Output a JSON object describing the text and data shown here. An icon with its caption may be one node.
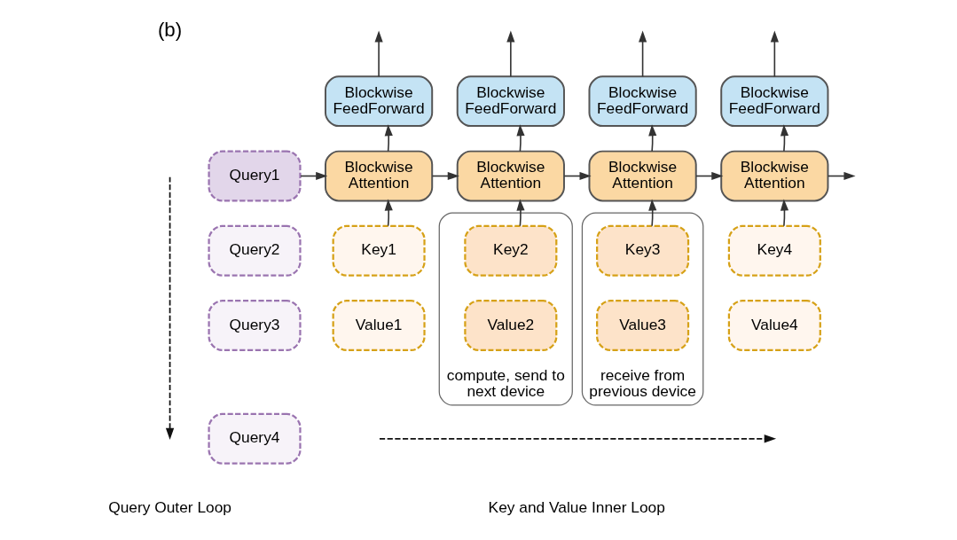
{
  "diagram": {
    "nodes": [
      {
        "text": [
          "Blockwise FeedForward"
        ]
      },
      {
        "text": [
          "Blockwise FeedForward"
        ]
      },
      {
        "text": [
          "Blockwise FeedForward"
        ]
      },
      {
        "text": [
          "Blockwise FeedForward"
        ]
      },
      {
        "text": [
          "Query1"
        ]
      },
      {
        "text": [
          "Blockwise Attention"
        ]
      },
      {
        "text": [
          "Blockwise Attention"
        ]
      },
      {
        "text": [
          "Blockwise Attention"
        ]
      },
      {
        "text": [
          "Blockwise Attention"
        ]
      },
      {
        "text": [
          "Query2"
        ]
      },
      {
        "text": [
          "Key1"
        ]
      },
      {
        "text": [
          "compute, send to next device"
        ]
      },
      {
        "text": [
          "Key2"
        ],
        "in": 11
      },
      {
        "text": [
          "receive from previous device"
        ]
      },
      {
        "text": [
          "Key3"
        ],
        "in": 13
      },
      {
        "text": [
          "Key4"
        ]
      },
      {
        "text": [
          "Query3"
        ]
      },
      {
        "text": [
          "Value1"
        ]
      },
      {
        "text": [
          "Value2"
        ],
        "in": 11
      },
      {
        "text": [
          "Value3"
        ],
        "in": 13
      },
      {
        "text": [
          "Value4"
        ]
      },
      {
        "text": [
          "Query4"
        ]
      }
    ],
    "edges": [
      {
        "from": 4,
        "to": 5,
        "arrow": "to"
      },
      {
        "from": 5,
        "to": 6,
        "arrow": "to"
      },
      {
        "from": 6,
        "to": 7,
        "arrow": "to"
      },
      {
        "from": 7,
        "to": 8,
        "arrow": "to"
      },
      {
        "from": 8,
        "to": null,
        "arrow": "to"
      },
      {
        "from": 10,
        "to": 5,
        "arrow": "to"
      },
      {
        "from": 12,
        "to": 6,
        "arrow": "to"
      },
      {
        "from": 14,
        "to": 7,
        "arrow": "to"
      },
      {
        "from": 15,
        "to": 8,
        "arrow": "to"
      },
      {
        "from": 5,
        "to": 0,
        "arrow": "to"
      },
      {
        "from": 6,
        "to": 1,
        "arrow": "to"
      },
      {
        "from": 7,
        "to": 2,
        "arrow": "to"
      },
      {
        "from": 8,
        "to": 3,
        "arrow": "to"
      },
      {
        "from": 0,
        "to": null,
        "arrow": "to"
      },
      {
        "from": 1,
        "to": null,
        "arrow": "to"
      },
      {
        "from": 2,
        "to": null,
        "arrow": "to"
      },
      {
        "from": 3,
        "to": null,
        "arrow": "to"
      }
    ],
    "labels": [
      "(b)",
      "Query Outer Loop",
      "Key and Value Inner Loop"
    ]
  }
}
